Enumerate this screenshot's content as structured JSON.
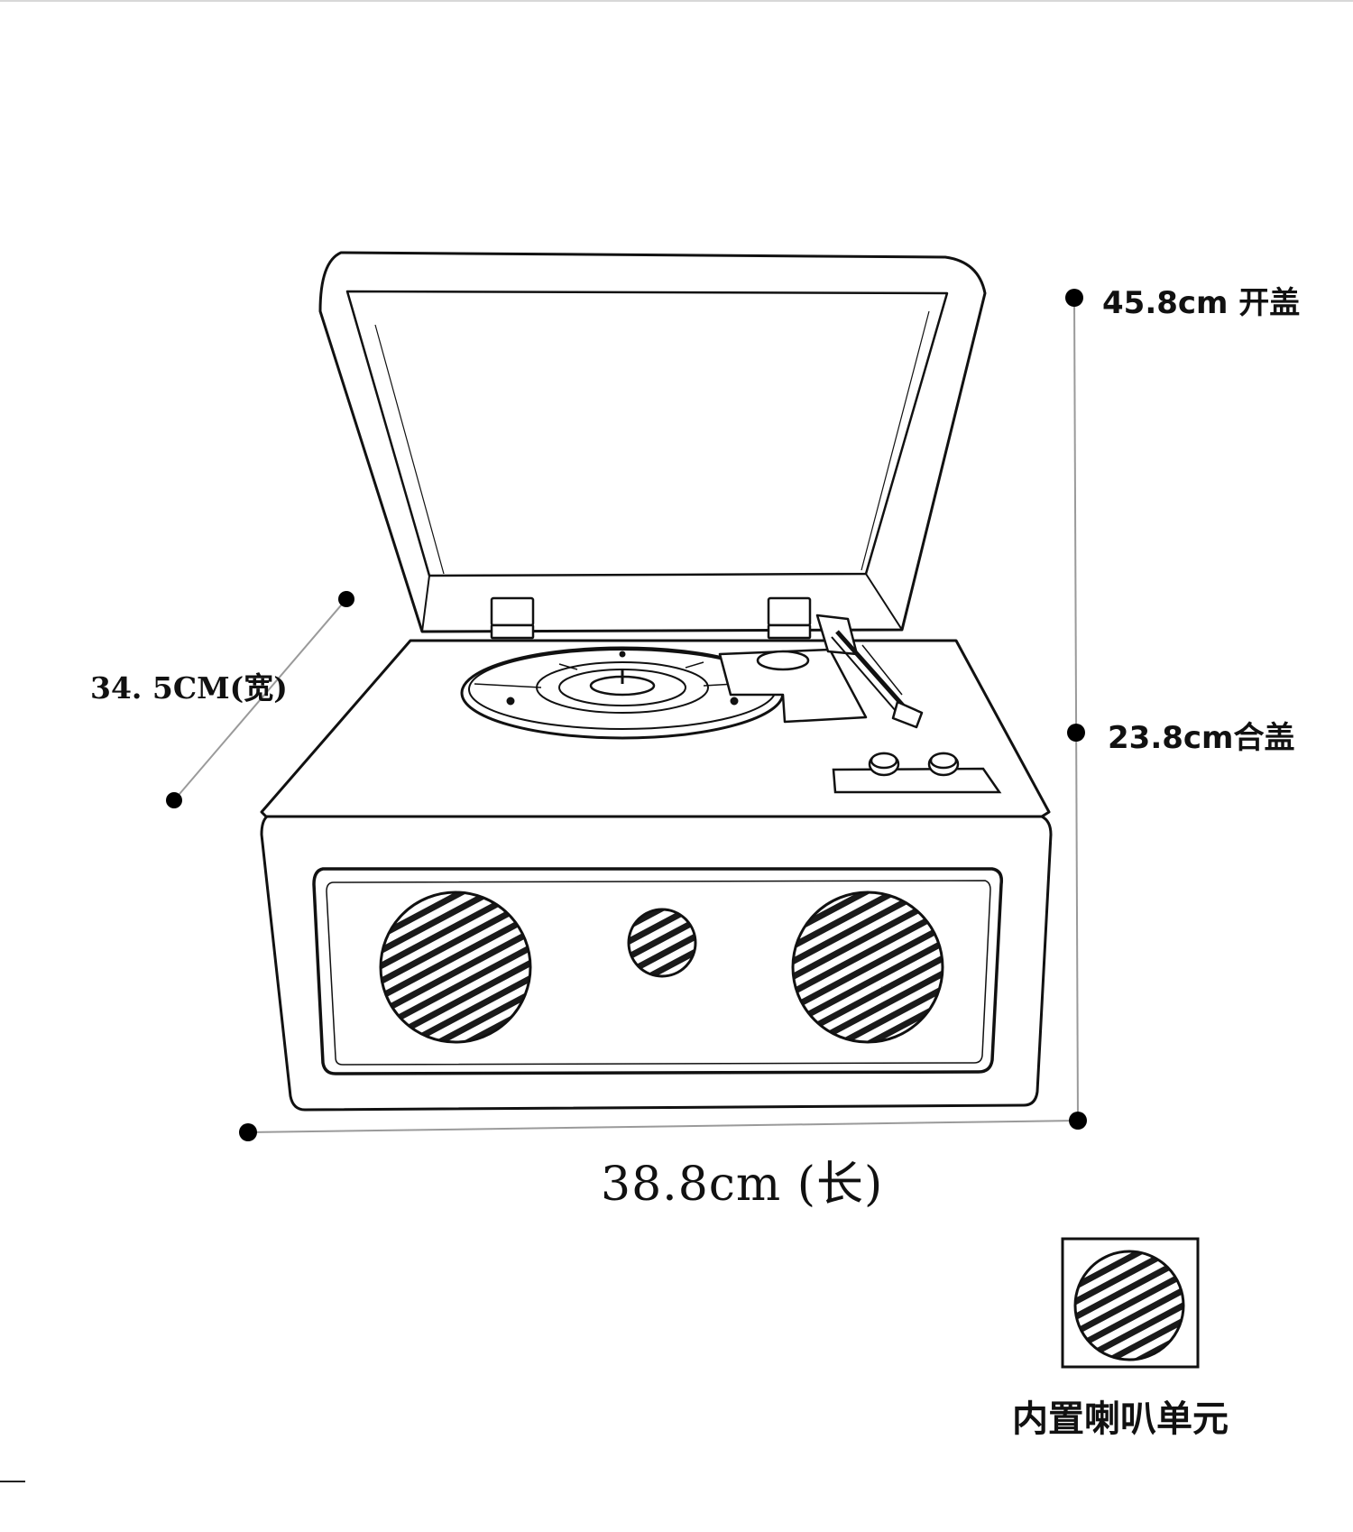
{
  "dimensions": {
    "height_open": "45.8cm 开盖",
    "height_closed": "23.8cm合盖",
    "width": "34. 5CM(宽)",
    "length": "38.8cm (长)"
  },
  "legend": {
    "label": "内置喇叭单元",
    "icon": "speaker-grille-icon"
  },
  "colors": {
    "line": "#111111",
    "dimension_line": "#9a9a9a",
    "background": "#ffffff"
  }
}
